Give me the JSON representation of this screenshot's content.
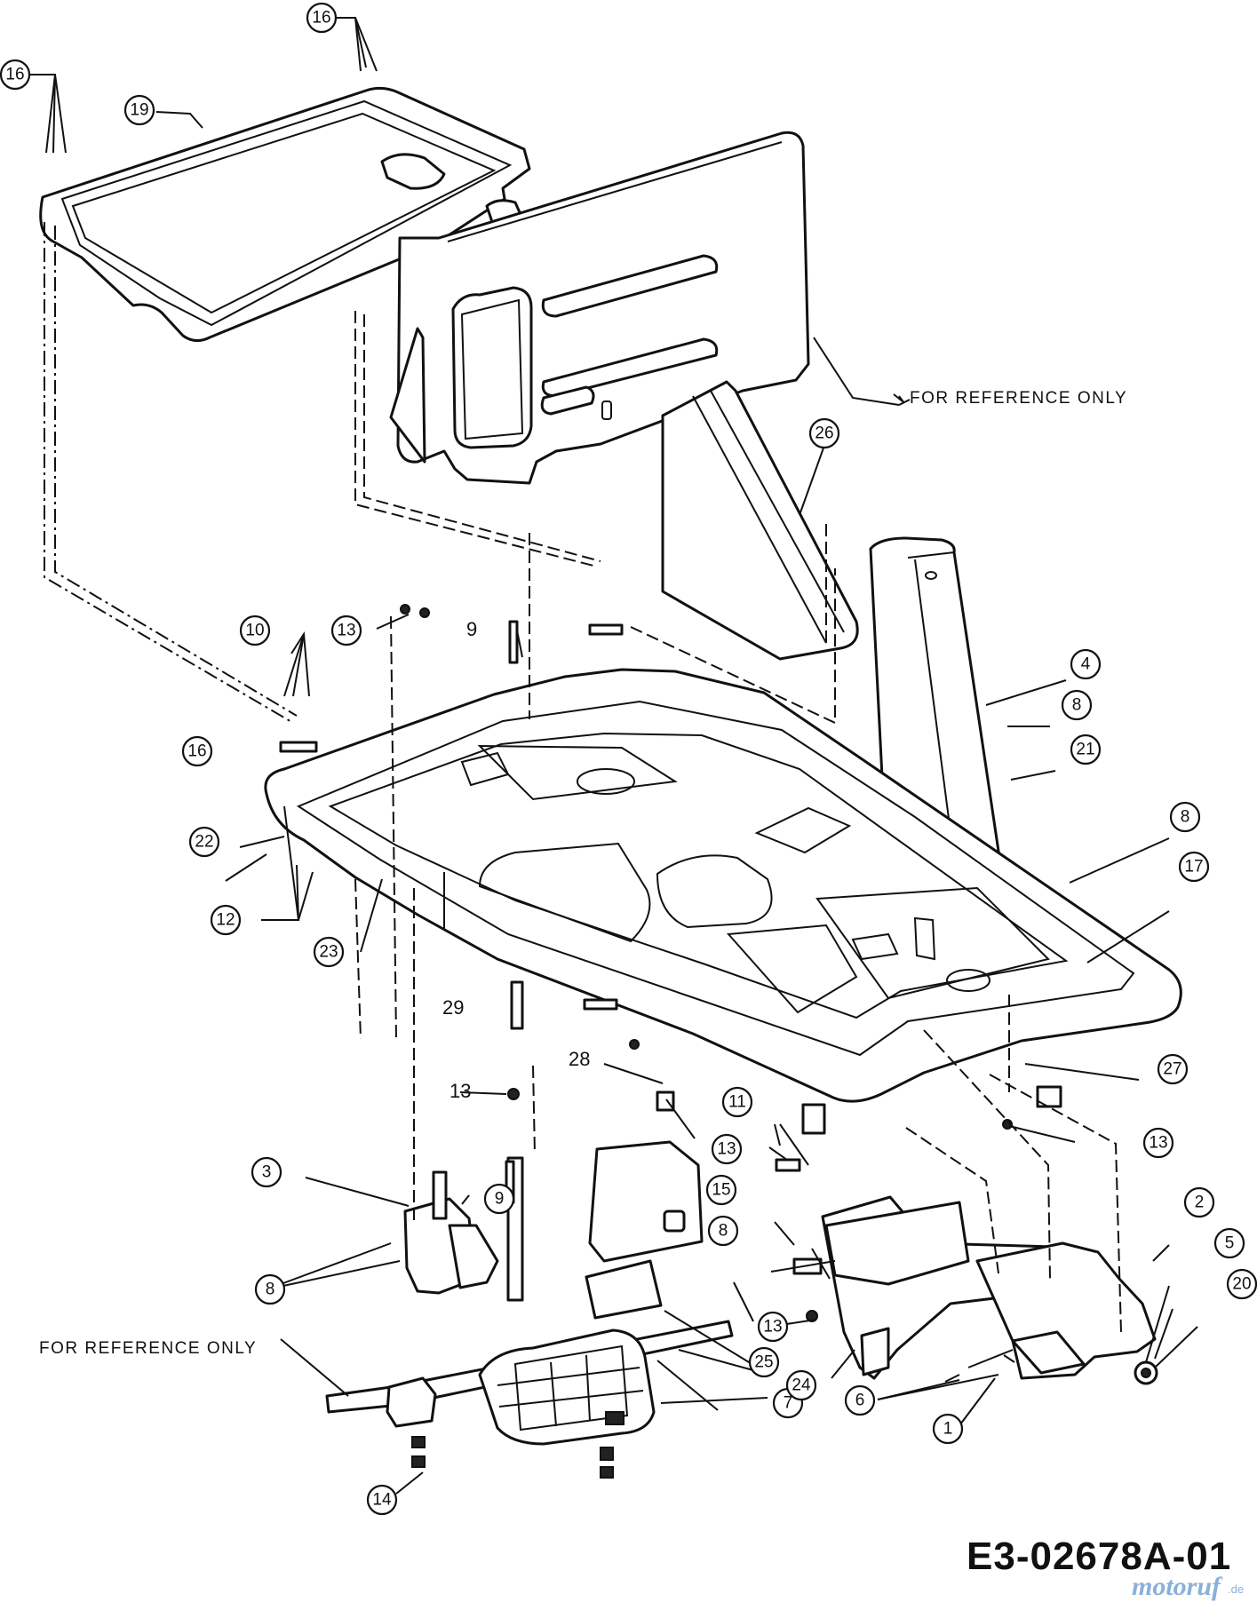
{
  "diagram": {
    "drawing_number": "E3-02678A-01",
    "notes": {
      "reference_top": "FOR REFERENCE ONLY",
      "reference_bottom": "FOR REFERENCE ONLY"
    },
    "watermark": {
      "name": "motoruf",
      "tld": ".de"
    },
    "callouts": {
      "c1": "1",
      "c2": "2",
      "c3": "3",
      "c4": "4",
      "c5": "5",
      "c6": "6",
      "c7": "7",
      "c8a": "8",
      "c8b": "8",
      "c8c": "8",
      "c8d": "8",
      "c10": "10",
      "c11": "11",
      "c12": "12",
      "c13a": "13",
      "c13b": "13",
      "c13c": "13",
      "c13d": "13",
      "c14": "14",
      "c15": "15",
      "c16a": "16",
      "c16b": "16",
      "c16c": "16",
      "c17": "17",
      "c19": "19",
      "c20": "20",
      "c21": "21",
      "c22": "22",
      "c23": "23",
      "c24": "24",
      "c25": "25",
      "c26": "26",
      "c27": "27"
    },
    "labels": {
      "l9": "9",
      "l29": "29",
      "l13": "13",
      "l28": "28",
      "l9b": "9"
    }
  }
}
